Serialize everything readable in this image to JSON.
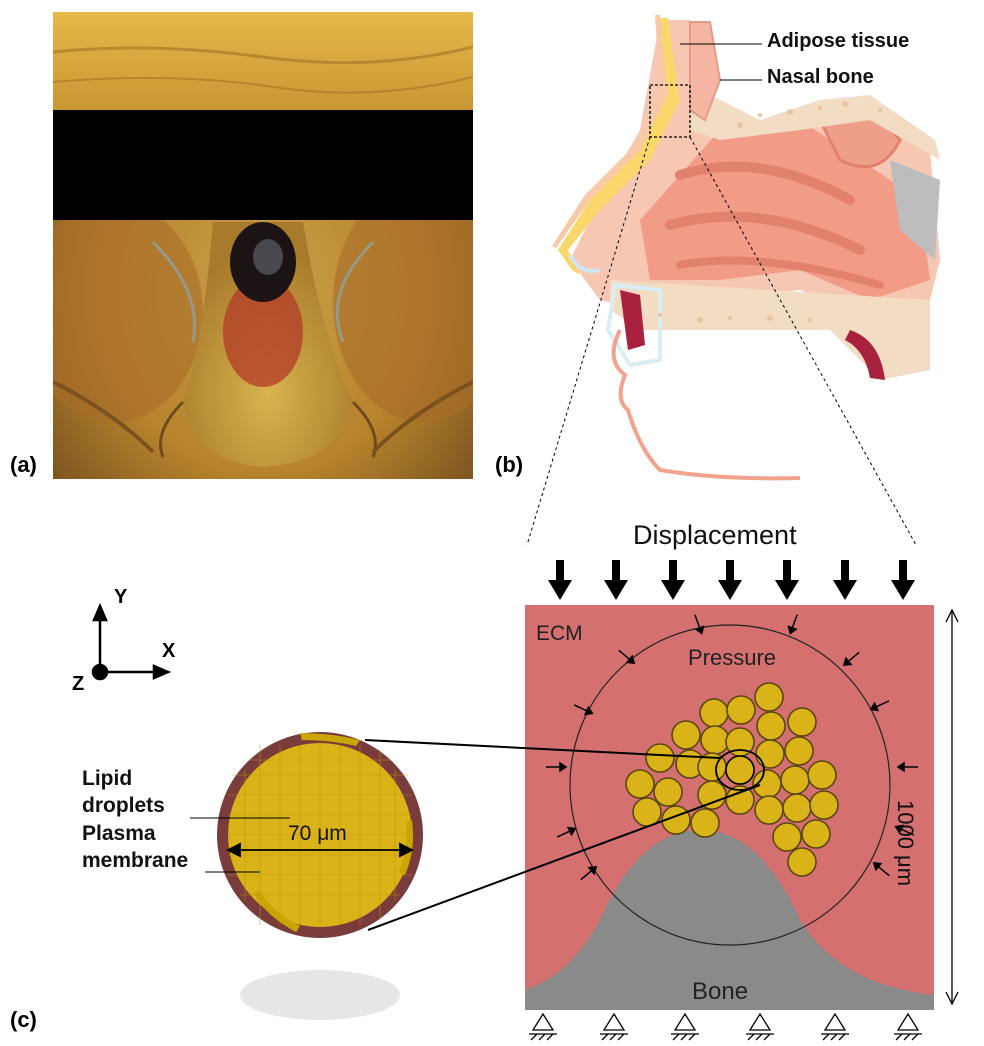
{
  "panels": {
    "a": "(a)",
    "b": "(b)",
    "c": "(c)"
  },
  "anatomy": {
    "adipose": "Adipose tissue",
    "nasal_bone": "Nasal bone"
  },
  "model": {
    "load": "Displacement",
    "ecm": "ECM",
    "pressure": "Pressure",
    "bone": "Bone",
    "size": "1000 μm"
  },
  "axes": {
    "y": "Y",
    "x": "X",
    "z": "Z"
  },
  "cell": {
    "lipid_line1": "Lipid",
    "lipid_line2": "droplets",
    "membrane_line1": "Plasma",
    "membrane_line2": "membrane",
    "diameter": "70 μm"
  },
  "colors": {
    "ecm": "#d47070",
    "bone": "#8a8a8a",
    "droplet": "#d9b318",
    "membrane": "#7a3b3b",
    "mesh": "#c7a900",
    "skin": "#f5b9a4"
  }
}
